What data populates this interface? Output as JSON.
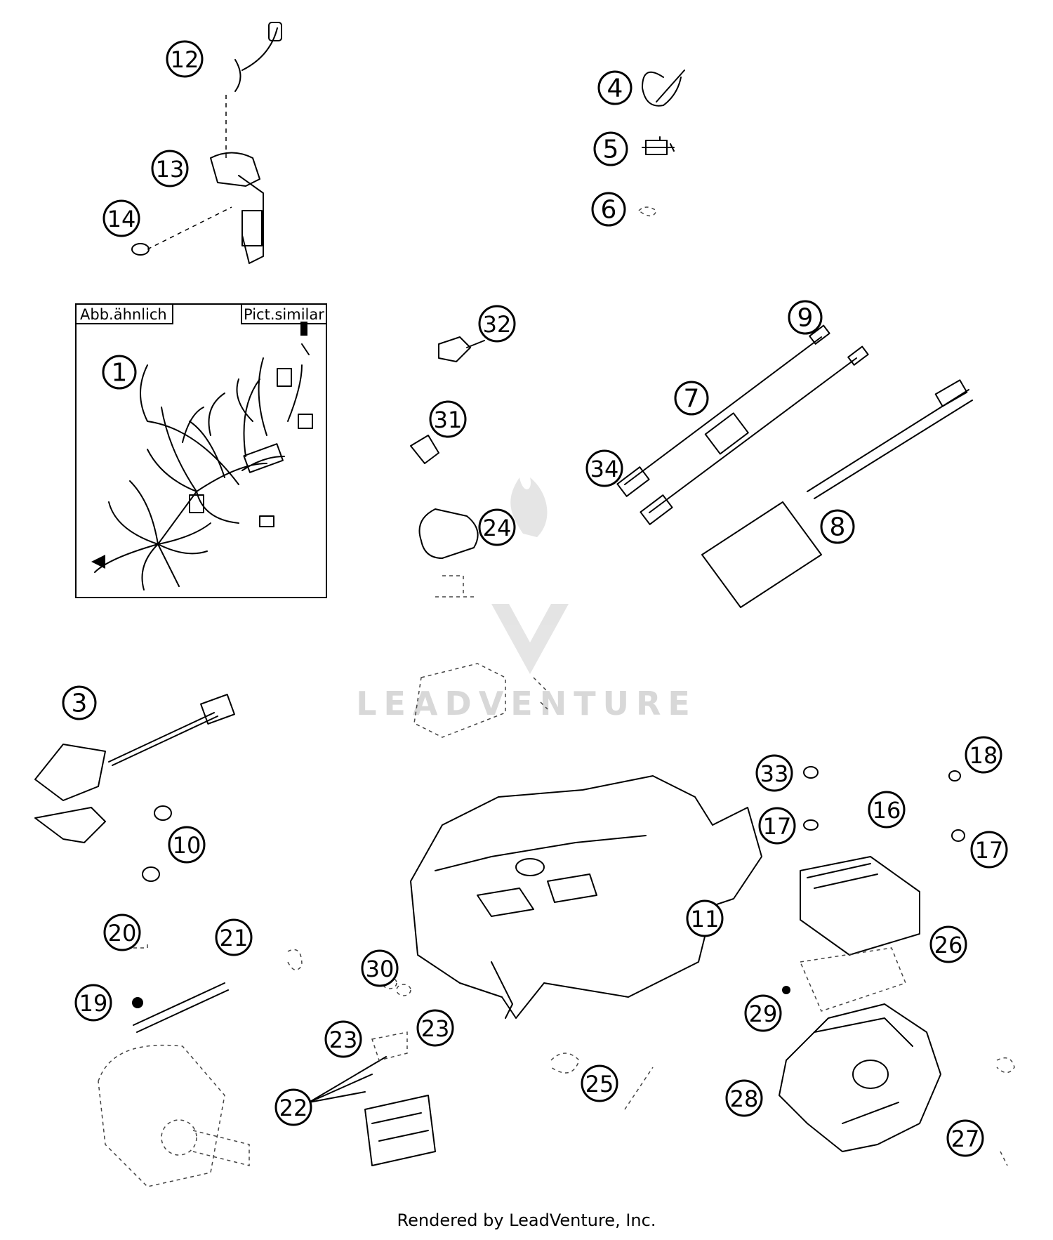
{
  "inset": {
    "label_left": "Abb.ähnlich",
    "label_right": "Pict.similar"
  },
  "callouts": [
    "1",
    "3",
    "4",
    "5",
    "6",
    "7",
    "8",
    "9",
    "10",
    "11",
    "12",
    "13",
    "14",
    "16",
    "17",
    "17",
    "18",
    "19",
    "20",
    "21",
    "22",
    "23",
    "23",
    "24",
    "25",
    "26",
    "27",
    "28",
    "29",
    "30",
    "31",
    "32",
    "33",
    "34"
  ],
  "watermark": "LEADVENTURE",
  "footer": "Rendered by LeadVenture, Inc."
}
